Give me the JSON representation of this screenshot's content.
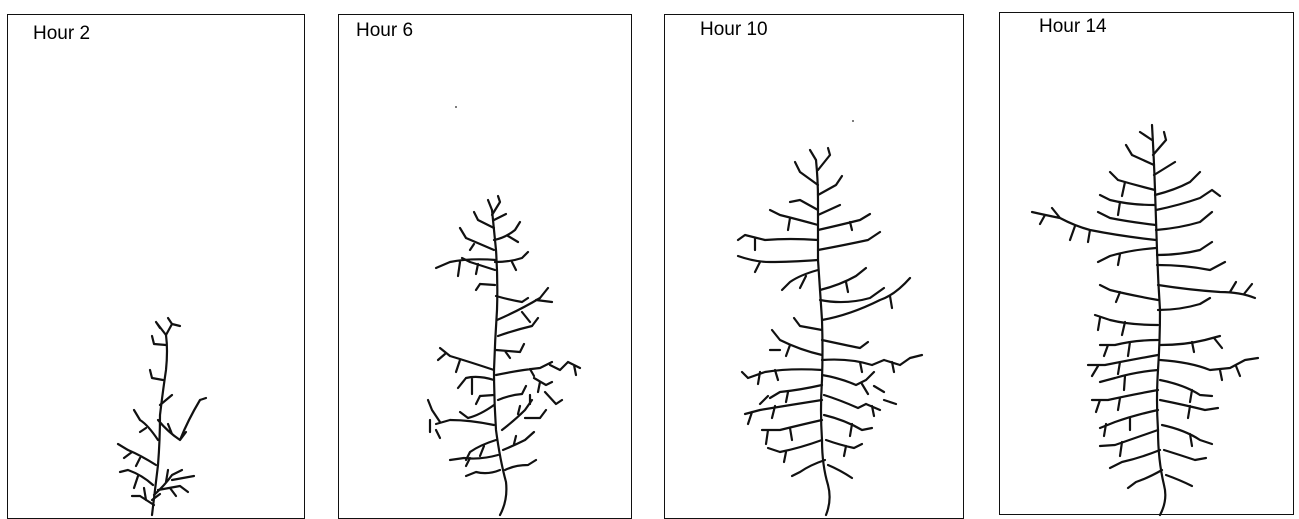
{
  "panels": [
    {
      "label": "Hour 2"
    },
    {
      "label": "Hour 6"
    },
    {
      "label": "Hour 10"
    },
    {
      "label": "Hour 14"
    }
  ]
}
